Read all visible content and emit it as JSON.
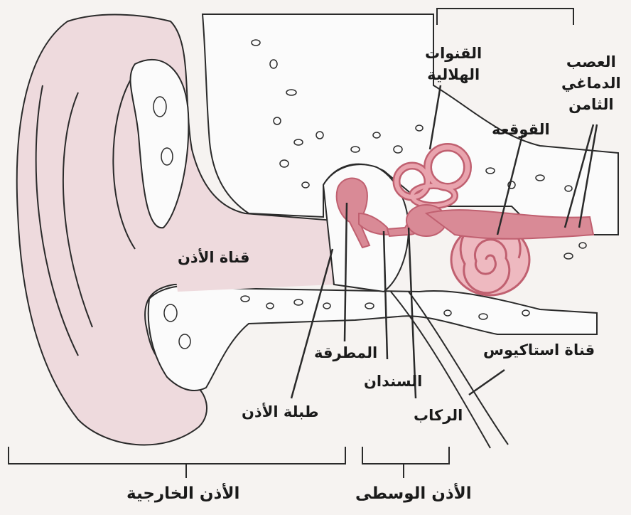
{
  "labels": {
    "semicircular_canals": "القنوات\nالهلالية",
    "eighth_nerve": "العصب\nالدماغي\nالثامن",
    "cochlea": "القوقعة",
    "ear_canal": "قناة الأذن",
    "hammer": "المطرقة",
    "anvil": "السندان",
    "eardrum": "طبلة الأذن",
    "stirrup": "الركاب",
    "eustachian_tube": "قناة استاكيوس",
    "outer_ear": "الأذن الخارجية",
    "middle_ear": "الأذن الوسطى"
  },
  "colors": {
    "background": "#f6f3f1",
    "skin": "#eedadd",
    "ossicle": "#d98a96",
    "ossicle_dark": "#c06070",
    "outline": "#2a2a2a",
    "bone": "#fbfbfb",
    "text": "#1a1a1a"
  }
}
